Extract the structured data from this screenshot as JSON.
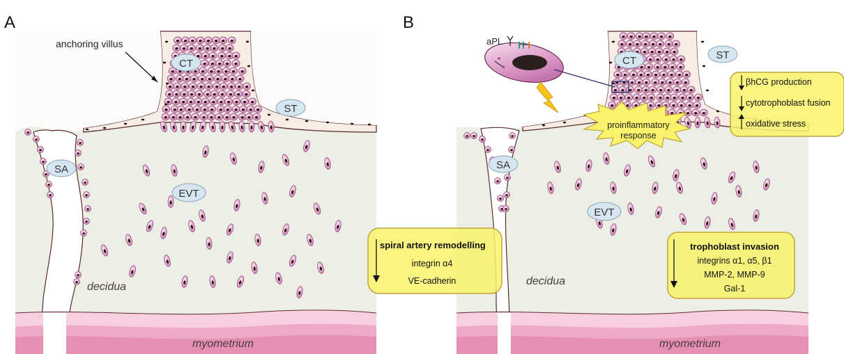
{
  "panels": {
    "a": {
      "letter": "A",
      "labels": {
        "anchoring_villus": "anchoring villus",
        "ct": "CT",
        "st": "ST",
        "sa": "SA",
        "evt": "EVT",
        "decidua": "decidua",
        "myometrium": "myometrium"
      }
    },
    "b": {
      "letter": "B",
      "labels": {
        "apl": "aPL",
        "ct": "CT",
        "st": "ST",
        "sa": "SA",
        "evt": "EVT",
        "decidua": "decidua",
        "myometrium": "myometrium",
        "proinflammatory_1": "proinflammatory",
        "proinflammatory_2": "response"
      },
      "st_box": {
        "lines": [
          "βhCG production",
          "cytotrophoblast fusion",
          "oxidative stress"
        ],
        "arrows": [
          "down",
          "down",
          "up"
        ]
      },
      "spiral_box": {
        "title": "spiral artery remodelling",
        "items": [
          "integrin α4",
          "VE-cadherin"
        ]
      },
      "troph_box": {
        "title": "trophoblast invasion",
        "items": [
          "integrins α1, α5, β1",
          "MMP-2, MMP-9",
          "Gal-1"
        ]
      }
    }
  },
  "colors": {
    "decidua": "#ecefe6",
    "villus": "#f7ede4",
    "myometrium_light": "#f8cfe0",
    "myometrium_dark": "#e58fb5",
    "cell_pink": "#d58bbb",
    "label_oval": "#d5e6f1",
    "box_yellow": "#f8f36a",
    "box_border": "#c2a33a"
  }
}
